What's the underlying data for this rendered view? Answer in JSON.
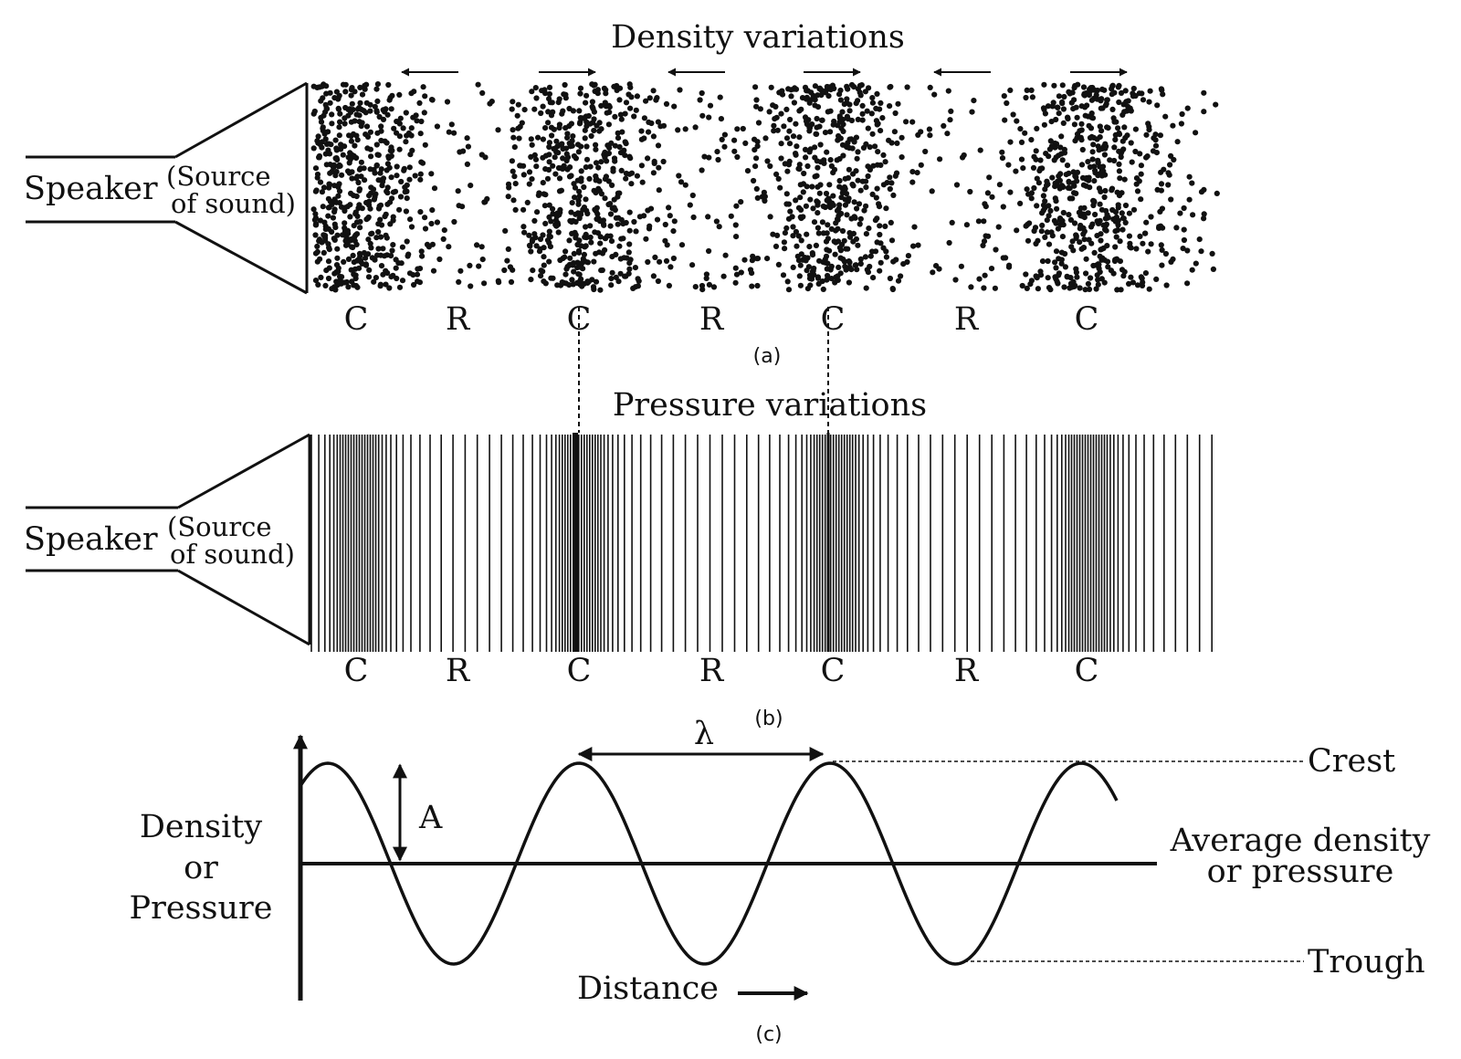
{
  "panel_a": {
    "title": "Density variations",
    "speaker_label": "Speaker",
    "source_label_line1": "(Source",
    "source_label_line2": "of sound)",
    "region_labels": [
      "C",
      "R",
      "C",
      "R",
      "C",
      "R",
      "C"
    ],
    "caption": "(a)"
  },
  "panel_b": {
    "title": "Pressure variations",
    "speaker_label": "Speaker",
    "source_label_line1": "(Source",
    "source_label_line2": "of sound)",
    "region_labels": [
      "C",
      "R",
      "C",
      "R",
      "C",
      "R",
      "C"
    ],
    "caption": "(b)"
  },
  "panel_c": {
    "ylabel_line1": "Density",
    "ylabel_line2": "or",
    "ylabel_line3": "Pressure",
    "xlabel": "Distance",
    "wavelength_symbol": "λ",
    "amplitude_symbol": "A",
    "crest_label": "Crest",
    "average_label_line1": "Average density",
    "average_label_line2": "or pressure",
    "trough_label": "Trough",
    "caption": "(c)"
  }
}
